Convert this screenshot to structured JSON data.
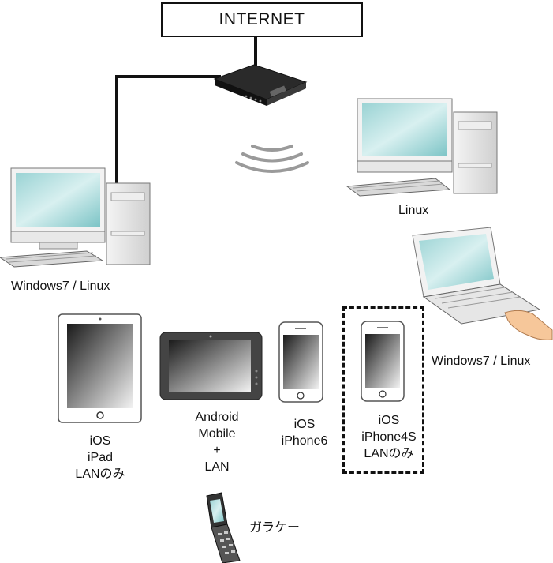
{
  "internet": {
    "label": "INTERNET"
  },
  "devices": {
    "desktop_left": {
      "label": "Windows7 / Linux"
    },
    "desktop_right": {
      "label": "Linux"
    },
    "laptop": {
      "label": "Windows7 / Linux"
    },
    "ipad": {
      "lines": [
        "iOS",
        "iPad",
        "LANのみ"
      ]
    },
    "android": {
      "lines": [
        "Android",
        "Mobile",
        "+",
        "LAN"
      ]
    },
    "iphone6": {
      "lines": [
        "iOS",
        "iPhone6"
      ]
    },
    "iphone4s": {
      "lines": [
        "iOS",
        "iPhone4S",
        "LANのみ"
      ]
    },
    "garakei": {
      "label": "ガラケー"
    }
  },
  "colors": {
    "screen": "#bfe3e4",
    "line": "#111111",
    "device_edge": "#555555"
  }
}
